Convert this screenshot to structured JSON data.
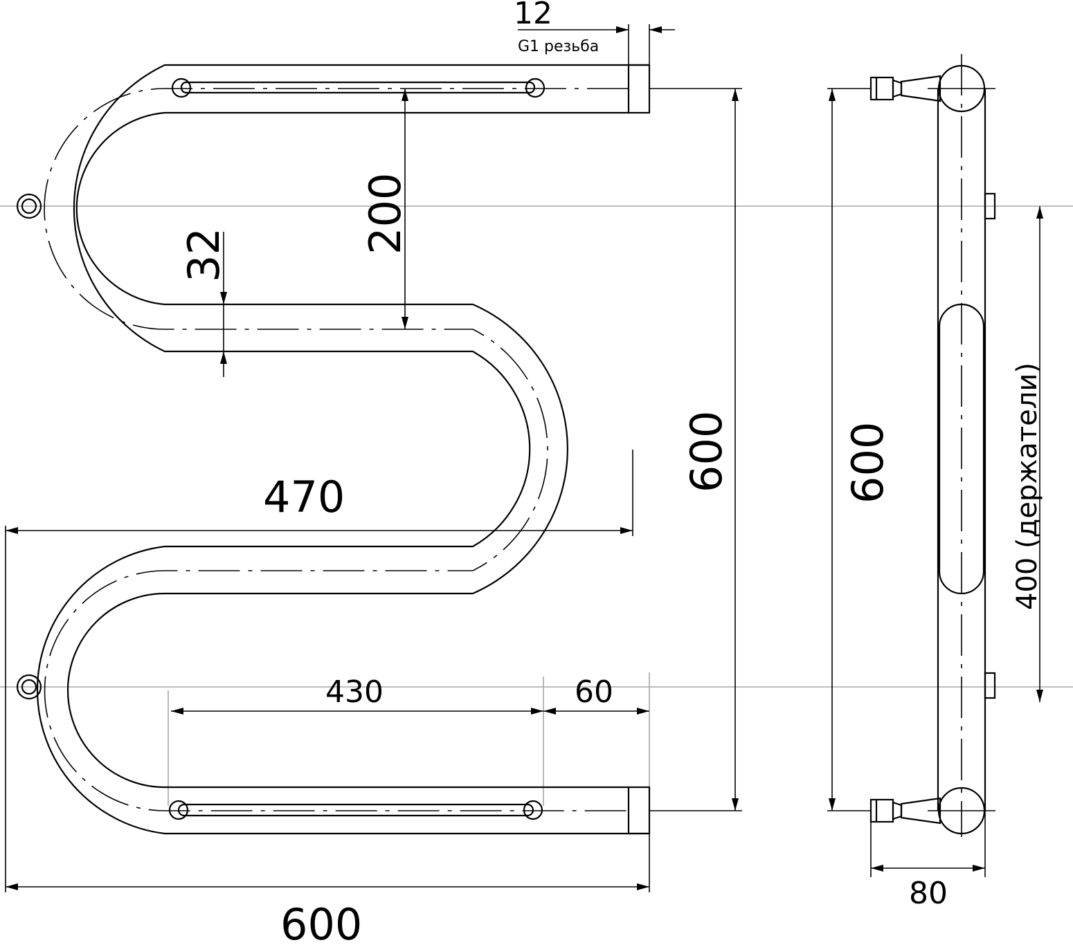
{
  "drawing": {
    "thread_width": "12",
    "thread_note": "G1 резьба",
    "step_height": "200",
    "pipe_diameter": "32",
    "inner_width": "470",
    "total_height": "600",
    "holder_span": "430",
    "end_offset": "60",
    "total_width": "600",
    "side_height": "600",
    "holder_distance": "400 (держатели)",
    "depth": "80"
  },
  "colors": {
    "line": "#000000",
    "axis": "#a6a6a6",
    "background": "#ffffff"
  }
}
